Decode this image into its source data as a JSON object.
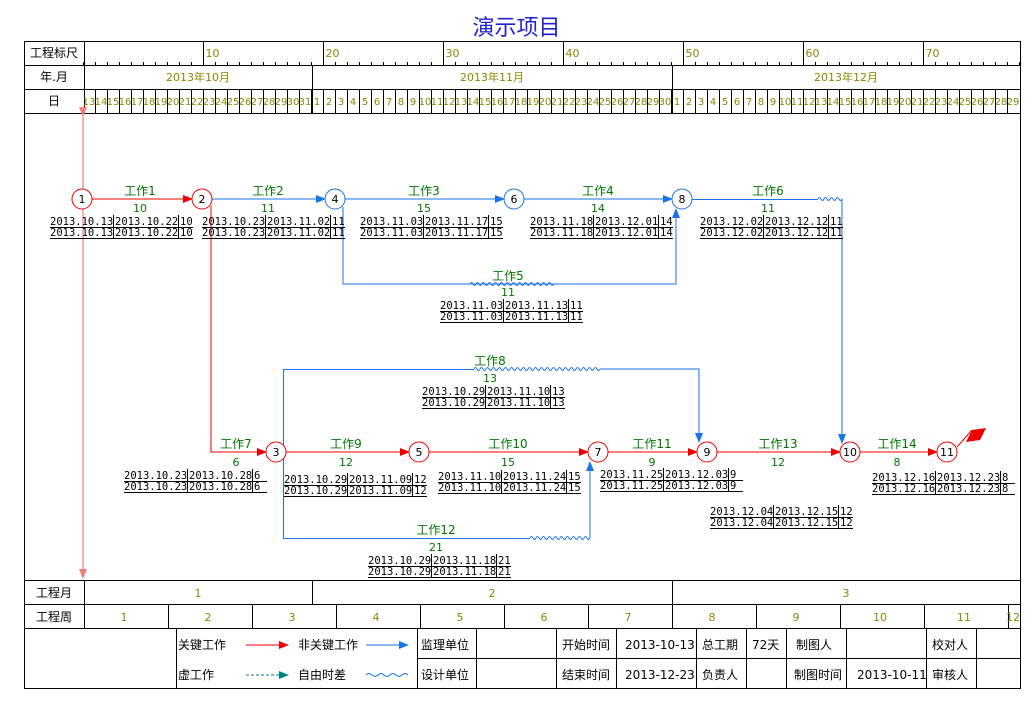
{
  "title": "演示项目",
  "header": {
    "row_scale_label": "工程标尺",
    "row_month_label": "年.月",
    "row_day_label": "日",
    "scale_ticks": [
      "10",
      "20",
      "30",
      "40",
      "50",
      "60",
      "70"
    ],
    "months": [
      "2013年10月",
      "2013年11月",
      "2013年12月"
    ],
    "days": [
      "13",
      "14",
      "15",
      "16",
      "17",
      "18",
      "19",
      "20",
      "21",
      "22",
      "23",
      "24",
      "25",
      "26",
      "27",
      "28",
      "29",
      "30",
      "31",
      "1",
      "2",
      "3",
      "4",
      "5",
      "6",
      "7",
      "8",
      "9",
      "10",
      "11",
      "12",
      "13",
      "14",
      "15",
      "16",
      "17",
      "18",
      "19",
      "20",
      "21",
      "22",
      "23",
      "24",
      "25",
      "26",
      "27",
      "28",
      "29",
      "30",
      "1",
      "2",
      "3",
      "4",
      "5",
      "6",
      "7",
      "8",
      "9",
      "10",
      "11",
      "12",
      "13",
      "14",
      "15",
      "16",
      "17",
      "18",
      "19",
      "20",
      "21",
      "22",
      "23",
      "24",
      "25",
      "26",
      "27",
      "28",
      "29"
    ]
  },
  "footer_rows": {
    "month_label": "工程月",
    "months": [
      "1",
      "2",
      "3"
    ],
    "week_label": "工程周",
    "weeks": [
      "1",
      "2",
      "3",
      "4",
      "5",
      "6",
      "7",
      "8",
      "9",
      "10",
      "11",
      "12"
    ]
  },
  "legend": {
    "critical": "关键工作",
    "noncritical": "非关键工作",
    "dummy": "虚工作",
    "float": "自由时差",
    "supervisor": "监理单位",
    "designer": "设计单位",
    "start_label": "开始时间",
    "start_value": "2013-10-13",
    "end_label": "结束时间",
    "end_value": "2013-12-23",
    "duration_label": "总工期",
    "duration_value": "72天",
    "manager_label": "负责人",
    "drafter_label": "制图人",
    "drafted_label": "制图时间",
    "drafted_value": "2013-10-11",
    "checker_label": "校对人",
    "reviewer_label": "审核人"
  },
  "colors": {
    "critical": "#ee0000",
    "noncritical": "#1a73e8",
    "label": "#007700",
    "grid": "#000000",
    "title": "#2222cc",
    "tick": "#888800"
  },
  "nodes": [
    "1",
    "2",
    "3",
    "4",
    "5",
    "6",
    "7",
    "8",
    "9",
    "10",
    "11"
  ],
  "tasks": [
    {
      "id": "t1",
      "name": "工作1",
      "dur": "10",
      "es": "2013.10.13",
      "ef": "2013.10.22",
      "ls": "2013.10.13",
      "lf": "2013.10.22",
      "ff": "10",
      "critical": true
    },
    {
      "id": "t2",
      "name": "工作2",
      "dur": "11",
      "es": "2013.10.23",
      "ef": "2013.11.02",
      "ls": "2013.10.23",
      "lf": "2013.11.02",
      "ff": "11",
      "critical": false
    },
    {
      "id": "t3",
      "name": "工作3",
      "dur": "15",
      "es": "2013.11.03",
      "ef": "2013.11.17",
      "ls": "2013.11.03",
      "lf": "2013.11.17",
      "ff": "15",
      "critical": false
    },
    {
      "id": "t4",
      "name": "工作4",
      "dur": "14",
      "es": "2013.11.18",
      "ef": "2013.12.01",
      "ls": "2013.11.18",
      "lf": "2013.12.01",
      "ff": "14",
      "critical": false
    },
    {
      "id": "t5",
      "name": "工作5",
      "dur": "11",
      "es": "2013.11.03",
      "ef": "2013.11.13",
      "ls": "2013.11.03",
      "lf": "2013.11.13",
      "ff": "11",
      "critical": false
    },
    {
      "id": "t6",
      "name": "工作6",
      "dur": "11",
      "es": "2013.12.02",
      "ef": "2013.12.12",
      "ls": "2013.12.02",
      "lf": "2013.12.12",
      "ff": "11",
      "critical": false
    },
    {
      "id": "t7",
      "name": "工作7",
      "dur": "6",
      "es": "2013.10.23",
      "ef": "2013.10.28",
      "ls": "2013.10.23",
      "lf": "2013.10.28",
      "ff": "6",
      "critical": true
    },
    {
      "id": "t8",
      "name": "工作8",
      "dur": "13",
      "es": "2013.10.29",
      "ef": "2013.11.10",
      "ls": "2013.10.29",
      "lf": "2013.11.10",
      "ff": "13",
      "critical": false
    },
    {
      "id": "t9",
      "name": "工作9",
      "dur": "12",
      "es": "2013.10.29",
      "ef": "2013.11.09",
      "ls": "2013.10.29",
      "lf": "2013.11.09",
      "ff": "12",
      "critical": true
    },
    {
      "id": "t10",
      "name": "工作10",
      "dur": "15",
      "es": "2013.11.10",
      "ef": "2013.11.24",
      "ls": "2013.11.10",
      "lf": "2013.11.24",
      "ff": "15",
      "critical": true
    },
    {
      "id": "t11",
      "name": "工作11",
      "dur": "9",
      "es": "2013.11.25",
      "ef": "2013.12.03",
      "ls": "2013.11.25",
      "lf": "2013.12.03",
      "ff": "9",
      "critical": true
    },
    {
      "id": "t12",
      "name": "工作12",
      "dur": "21",
      "es": "2013.10.29",
      "ef": "2013.11.18",
      "ls": "2013.10.29",
      "lf": "2013.11.18",
      "ff": "21",
      "critical": false
    },
    {
      "id": "t13",
      "name": "工作13",
      "dur": "12",
      "es": "2013.12.04",
      "ef": "2013.12.15",
      "ls": "2013.12.04",
      "lf": "2013.12.15",
      "ff": "12",
      "critical": true
    },
    {
      "id": "t14",
      "name": "工作14",
      "dur": "8",
      "es": "2013.12.16",
      "ef": "2013.12.23",
      "ls": "2013.12.16",
      "lf": "2013.12.23",
      "ff": "8",
      "critical": true
    }
  ]
}
